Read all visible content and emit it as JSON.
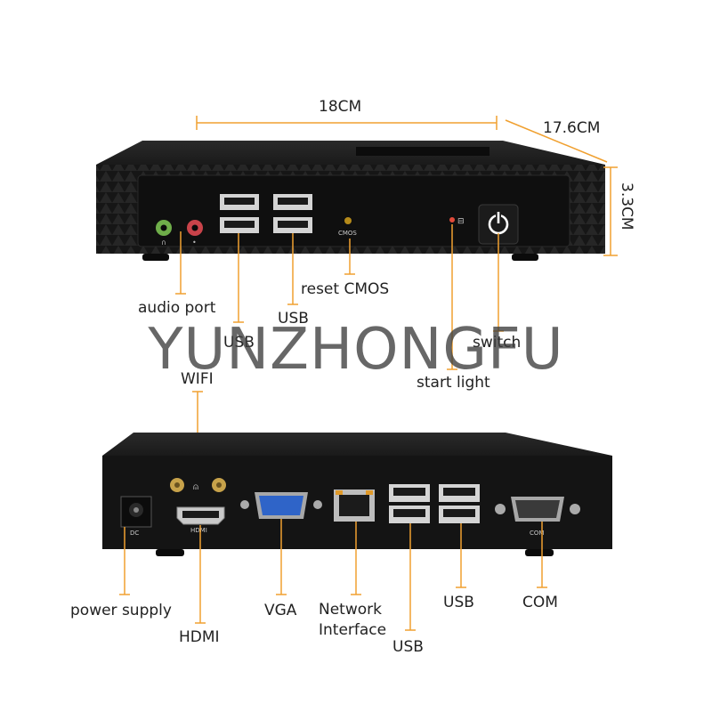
{
  "dimensions": {
    "width": "18CM",
    "depth": "17.6CM",
    "height": "3.3CM"
  },
  "front_labels": {
    "audio": "audio port",
    "usb_lower": "USB",
    "reset": "reset CMOS",
    "usb_upper": "USB",
    "switch": "switch",
    "start_light": "start light",
    "wifi": "WIFI"
  },
  "back_labels": {
    "power": "power supply",
    "hdmi": "HDMI",
    "vga": "VGA",
    "network_line1": "Network",
    "network_line2": "Interface",
    "usb_center": "USB",
    "usb_right": "USB",
    "com": "COM"
  },
  "port_marks": {
    "cmos": "CMOS",
    "dc": "DC",
    "hdmi": "HDMI",
    "com": "COM"
  },
  "watermark": "YUNZHONGFU",
  "colors": {
    "accent_line": "#f0a030",
    "chassis": "#1b1b1b",
    "panel": "#111111",
    "label_text": "#222222"
  }
}
